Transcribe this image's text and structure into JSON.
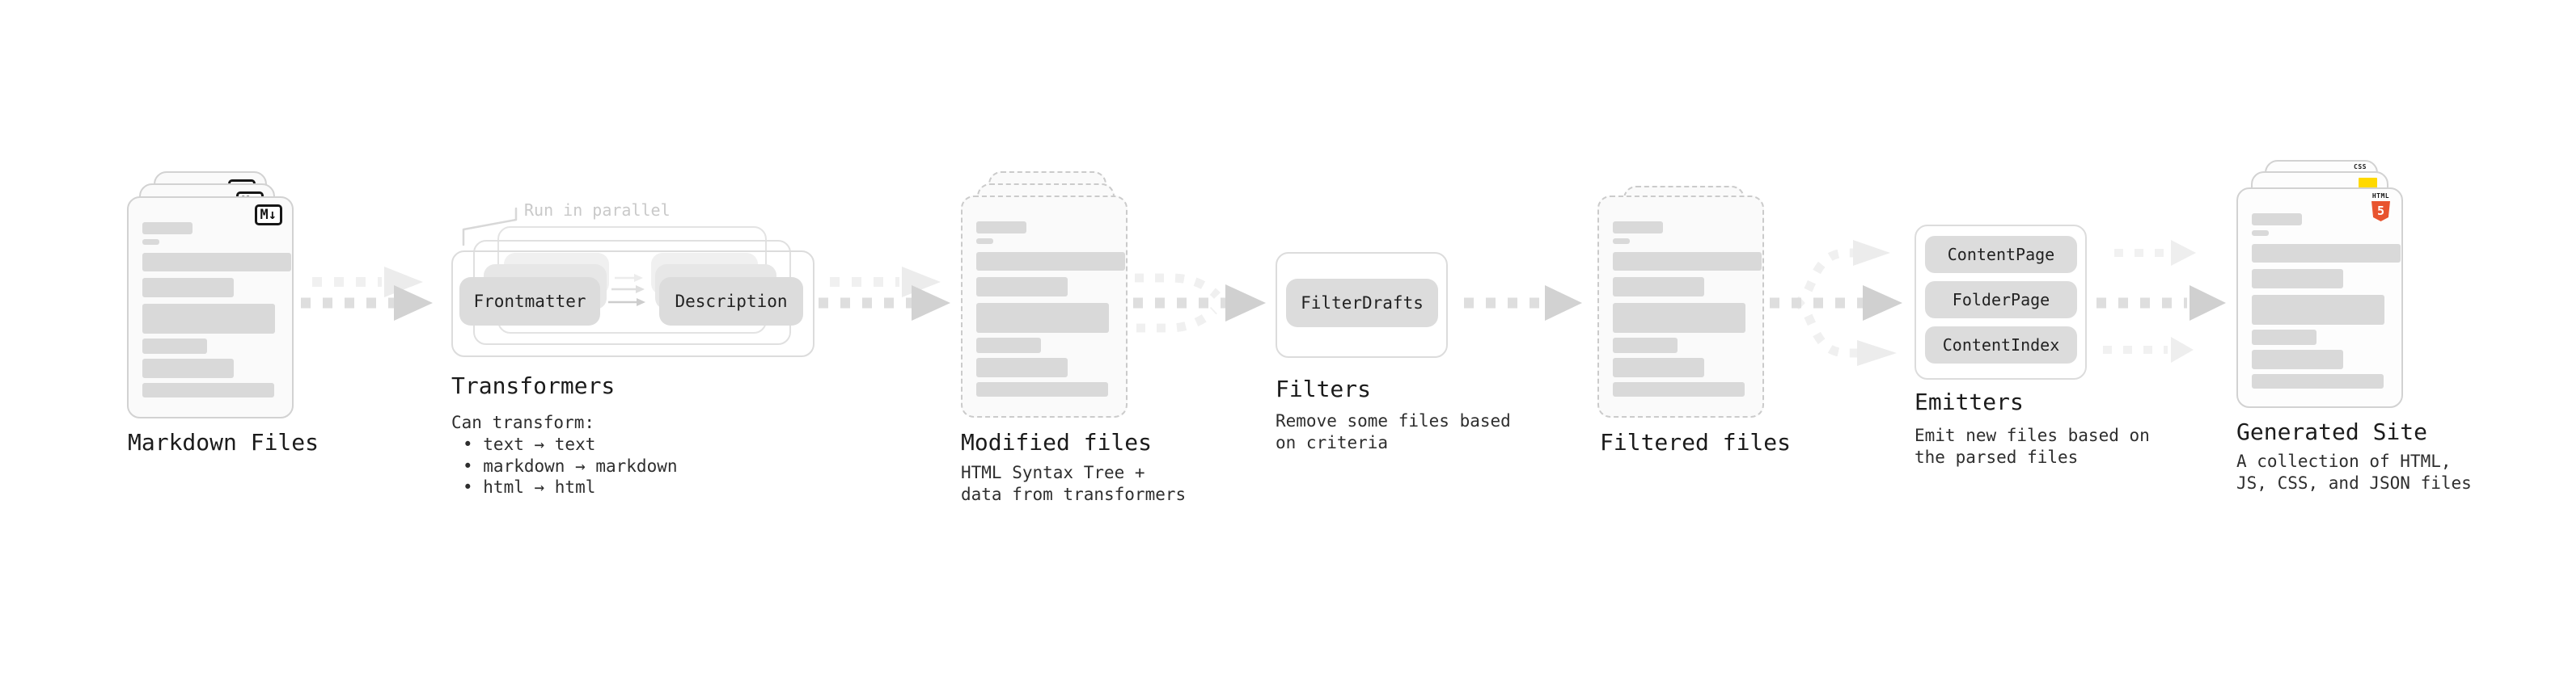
{
  "stages": {
    "markdown": {
      "label": "Markdown Files",
      "badge": "M↓"
    },
    "transformers": {
      "label": "Transformers",
      "note": "Run in parallel",
      "pill_input": "Frontmatter",
      "pill_output": "Description",
      "desc_title": "Can transform:",
      "bullets": [
        "• text → text",
        "• markdown → markdown",
        "• html → html"
      ]
    },
    "modified": {
      "label": "Modified files",
      "desc": [
        "HTML Syntax Tree +",
        "data from transformers"
      ]
    },
    "filters": {
      "label": "Filters",
      "pill": "FilterDrafts",
      "desc": [
        "Remove some files based",
        "on criteria"
      ]
    },
    "filtered": {
      "label": "Filtered files"
    },
    "emitters": {
      "label": "Emitters",
      "pills": [
        "ContentPage",
        "FolderPage",
        "ContentIndex"
      ],
      "desc": [
        "Emit new files based on",
        "the parsed files"
      ]
    },
    "generated": {
      "label": "Generated Site",
      "badges": {
        "css": "CSS",
        "html_word": "HTML",
        "html_number": "5"
      },
      "desc": [
        "A collection of HTML,",
        "JS, CSS, and JSON files"
      ]
    }
  },
  "colors": {
    "html5_orange": "#e8542f",
    "js_yellow": "#ffd900",
    "css_blue": "#2b66e8"
  }
}
